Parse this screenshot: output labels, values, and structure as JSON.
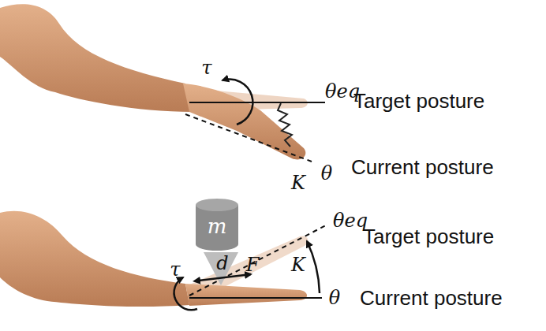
{
  "diagram": {
    "nodes": [
      {
        "text": [
          "m"
        ]
      }
    ],
    "labels": [
      "τ",
      "θeq",
      "Target posture",
      "K",
      "θ",
      "Current posture",
      "F",
      "τ",
      "d",
      "θeq",
      "Target posture",
      "K",
      "θ",
      "Current posture"
    ]
  }
}
